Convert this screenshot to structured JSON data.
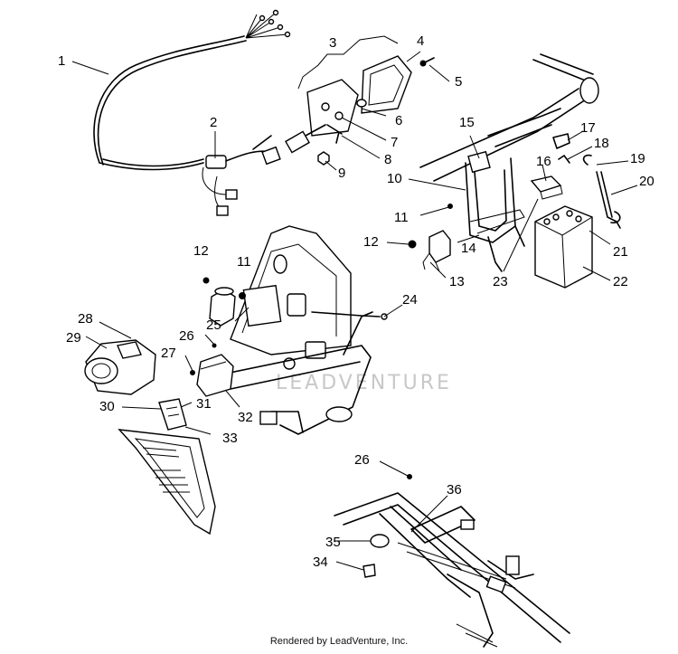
{
  "callouts": [
    "1",
    "2",
    "3",
    "4",
    "5",
    "6",
    "7",
    "8",
    "9",
    "10",
    "11",
    "12",
    "13",
    "14",
    "15",
    "16",
    "17",
    "18",
    "19",
    "20",
    "21",
    "22",
    "23",
    "24",
    "25",
    "26",
    "27",
    "28",
    "29",
    "30",
    "31",
    "32",
    "33",
    "34",
    "35",
    "36"
  ],
  "watermark": "LEADVENTURE",
  "footer": "Rendered by LeadVenture, Inc."
}
